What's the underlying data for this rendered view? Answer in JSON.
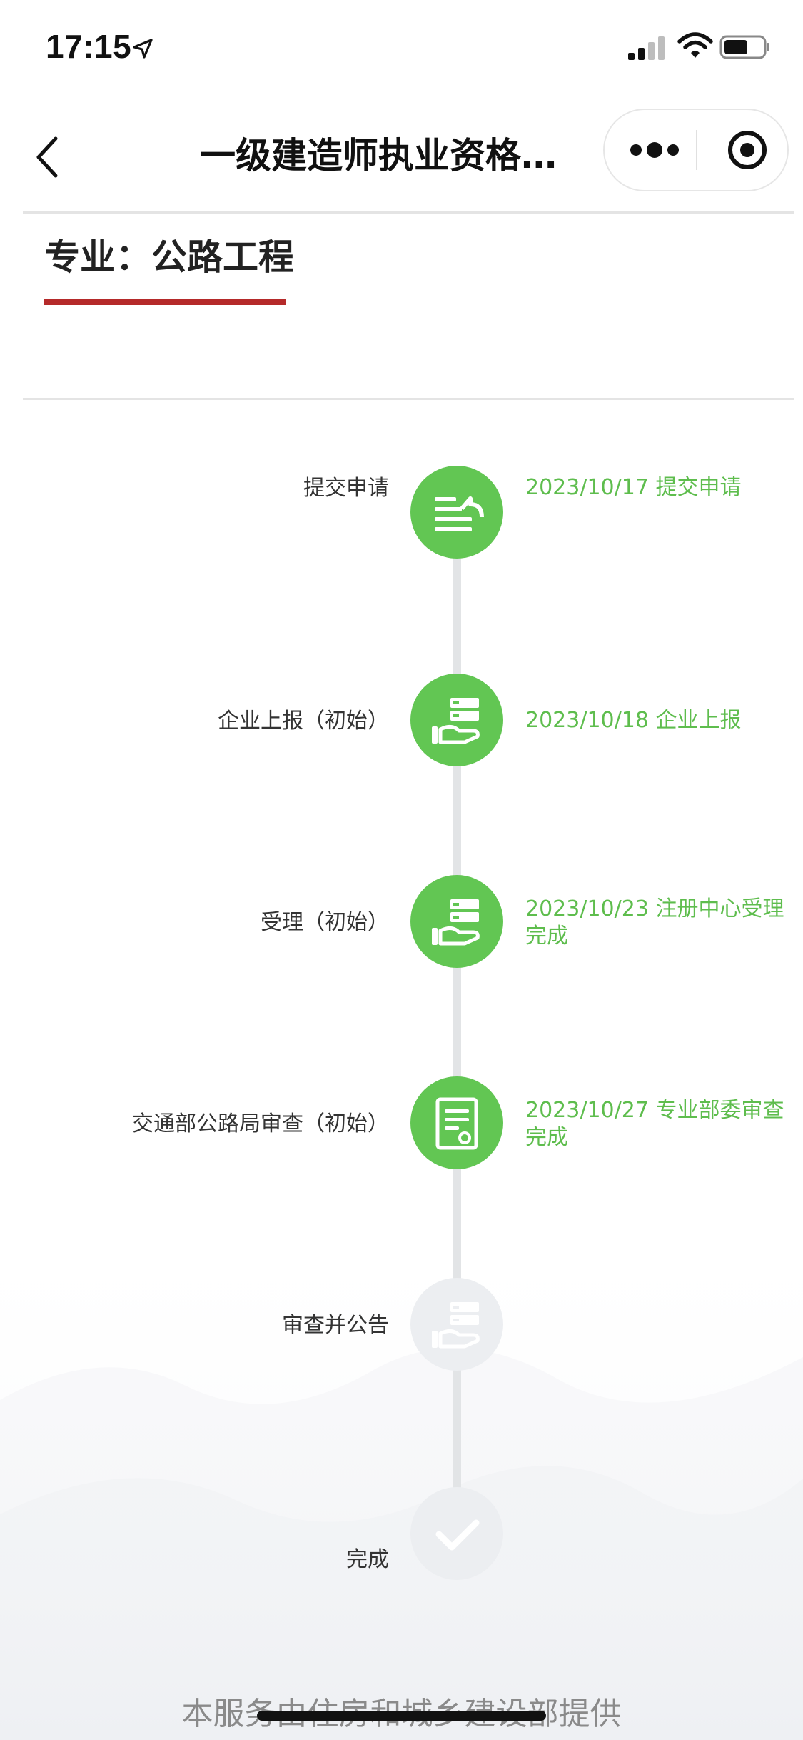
{
  "status_bar": {
    "time": "17:15",
    "icons": [
      "location-arrow-icon",
      "signal-icon",
      "wifi-icon",
      "battery-icon"
    ]
  },
  "nav": {
    "title": "一级建造师执业资格…",
    "back_icon": "chevron-left-icon",
    "more_icon": "more-dots-icon",
    "close_icon": "target-close-icon"
  },
  "major": {
    "label": "专业：公路工程",
    "underline_color": "#b52a2a"
  },
  "timeline": {
    "active_color": "#62c653",
    "inactive_color": "#eceef1",
    "note_color": "#5ebd4d",
    "steps": [
      {
        "label": "提交申请",
        "note": "2023/10/17 提交申请",
        "icon": "submit-return-icon",
        "done": true
      },
      {
        "label": "企业上报（初始）",
        "note": "2023/10/18 企业上报",
        "icon": "hand-server-icon",
        "done": true
      },
      {
        "label": "受理（初始）",
        "note": "2023/10/23 注册中心受理完成",
        "icon": "hand-server-icon",
        "done": true
      },
      {
        "label": "交通部公路局审查（初始）",
        "note": "2023/10/27 专业部委审查完成",
        "icon": "document-seal-icon",
        "done": true
      },
      {
        "label": "审查并公告",
        "note": "",
        "icon": "hand-server-icon",
        "done": false
      },
      {
        "label": "完成",
        "note": "",
        "icon": "checkmark-icon",
        "done": false
      }
    ]
  },
  "footer": {
    "text": "本服务由住房和城乡建设部提供"
  }
}
